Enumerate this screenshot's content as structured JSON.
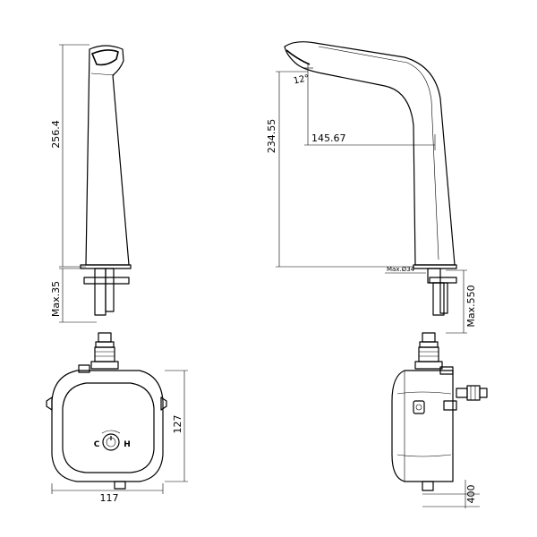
{
  "dimensions": {
    "front_height": "256.4",
    "front_max_thickness": "Max.35",
    "side_height": "234.55",
    "spout_reach": "145.67",
    "spout_angle": "12°",
    "hole_diameter": "Max.Ø34",
    "side_max_length": "Max.550",
    "box_height": "127",
    "box_width": "117",
    "cable_length": "400"
  },
  "knob_labels": {
    "cold": "C",
    "hot": "H"
  }
}
